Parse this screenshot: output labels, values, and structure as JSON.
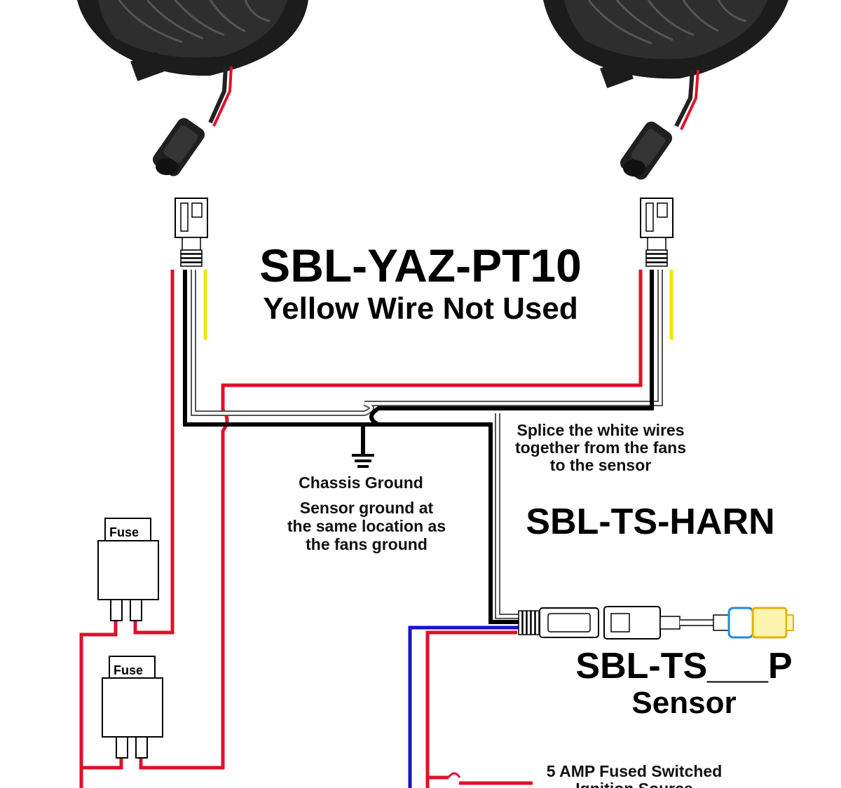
{
  "harness": {
    "model": "SBL-YAZ-PT10",
    "subtitle": "Yellow Wire Not Used"
  },
  "sensor_harness": {
    "model": "SBL-TS-HARN"
  },
  "sensor": {
    "model": "SBL-TS___P",
    "label": "Sensor"
  },
  "notes": {
    "splice_line1": "Splice the white wires",
    "splice_line2": "together from the fans",
    "splice_line3": "to the sensor",
    "chassis_ground": "Chassis Ground",
    "sensor_ground_line1": "Sensor ground at",
    "sensor_ground_line2": "the same location as",
    "sensor_ground_line3": "the fans ground",
    "ignition_line1": "5 AMP Fused Switched",
    "ignition_line2": "Ignition Source"
  },
  "fuses": [
    {
      "label": "Fuse"
    },
    {
      "label": "Fuse"
    }
  ],
  "colors": {
    "power_wire": "#e0102a",
    "ground_wire": "#000000",
    "signal_wire": "#ffffff",
    "unused_wire": "#f2e600",
    "ignition_wire": "#1a12c8",
    "fan_body": "#1c1c1c"
  }
}
